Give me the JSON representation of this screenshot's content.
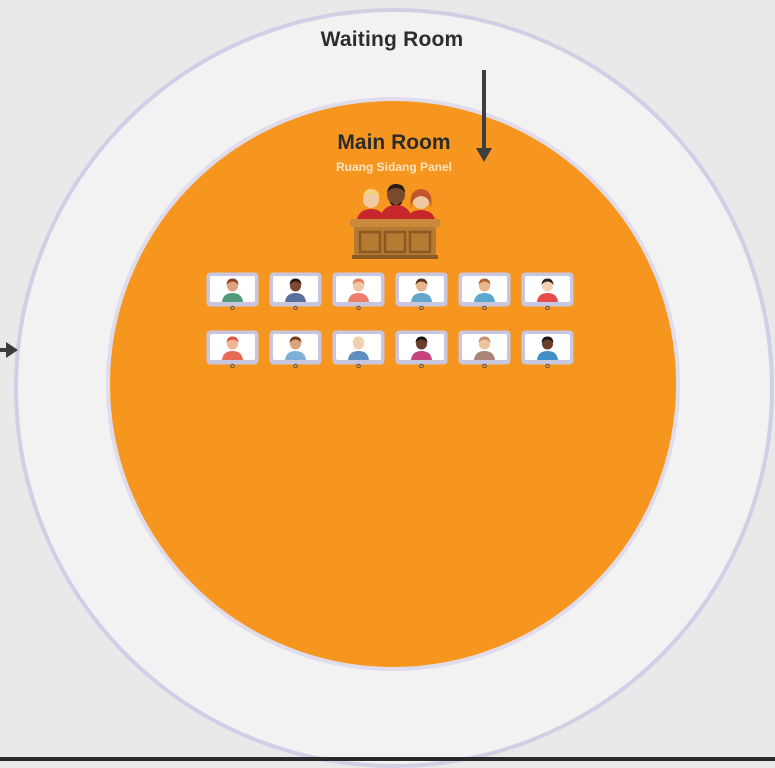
{
  "waiting_room": {
    "title": "Waiting Room"
  },
  "main_room": {
    "title": "Main Room",
    "subtitle": "Ruang Sidang Panel"
  },
  "panel_icon": "judges-bench-icon",
  "attendee_icon": "video-participant-icon",
  "attendees": {
    "row1": [
      {
        "skin": "#e0a27d",
        "hair": "#8c3b26",
        "shirt": "#4f9a78"
      },
      {
        "skin": "#7b4a33",
        "hair": "#2c1a12",
        "shirt": "#5a6f9e"
      },
      {
        "skin": "#f1c7a6",
        "hair": "#e67b55",
        "shirt": "#ef7f6d"
      },
      {
        "skin": "#e8b48c",
        "hair": "#5b3220",
        "shirt": "#62a7c9"
      },
      {
        "skin": "#e8b48c",
        "hair": "#b3612c",
        "shirt": "#5aa7cf"
      },
      {
        "skin": "#f3cfb3",
        "hair": "#2c2526",
        "shirt": "#e64c4c"
      }
    ],
    "row2": [
      {
        "skin": "#f1b595",
        "hair": "#e2533b",
        "shirt": "#e76a55"
      },
      {
        "skin": "#d8a47f",
        "hair": "#7a3a1c",
        "shirt": "#7db0d8"
      },
      {
        "skin": "#f3cfb3",
        "hair": "#e9d6a3",
        "shirt": "#5f8dc0"
      },
      {
        "skin": "#6b3e2a",
        "hair": "#1e1413",
        "shirt": "#c7447f"
      },
      {
        "skin": "#f0c29e",
        "hair": "#c48f6c",
        "shirt": "#a9857a"
      },
      {
        "skin": "#6b3e2a",
        "hair": "#1e1413",
        "shirt": "#3f8ec7"
      }
    ]
  },
  "colors": {
    "background": "#e9e9e9",
    "waiting_room_fill": "#f2f2f2",
    "waiting_room_border": "#cfd0e6",
    "main_room_fill": "#f7961f",
    "monitor_frame": "#c9c6df",
    "arrow": "#3d3d3d"
  }
}
